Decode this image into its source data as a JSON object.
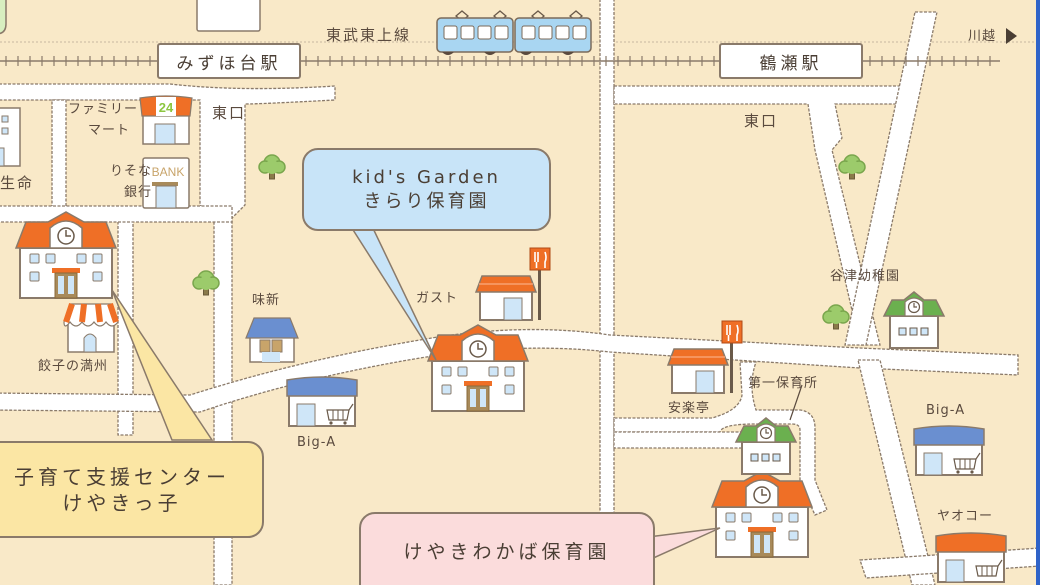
{
  "map": {
    "colors": {
      "background": "#f9e9c8",
      "road": "#ffffff",
      "outline": "#8a7a6a",
      "text": "#4a3e34",
      "orange_roof": "#ef6f26",
      "blue_roof": "#6a8fd0",
      "green_roof": "#6bb04f",
      "tree": "#9ccb6b",
      "window": "#cfe6f8",
      "train": "#a9d6f2",
      "frame_edge": "#2f63c8"
    },
    "railway": {
      "line_name": "東武東上線",
      "direction_label": "川越",
      "direction_icon": "triangle-right-icon"
    },
    "stations": [
      {
        "name": "みずほ台駅",
        "exit_label": "東口"
      },
      {
        "name": "鶴瀬駅",
        "exit_label": "東口"
      }
    ],
    "callouts": [
      {
        "id": "kirari",
        "lines": [
          "kid's Garden",
          "きらり保育園"
        ],
        "color": "blue"
      },
      {
        "id": "keyakikko",
        "lines": [
          "子育て支援センター",
          "けやきっ子"
        ],
        "color": "yellow"
      },
      {
        "id": "keyaki-wakaba",
        "lines": [
          "けやきわかば保育園"
        ],
        "color": "pink"
      }
    ],
    "landmarks": [
      {
        "name": "ファミリーマート",
        "lines": [
          "ファミリー",
          "マート"
        ],
        "type": "convenience-store",
        "sign": "24"
      },
      {
        "name": "りそな銀行",
        "lines": [
          "りそな",
          "銀行"
        ],
        "type": "bank",
        "sign": "BANK"
      },
      {
        "name": "生命",
        "type": "office"
      },
      {
        "name": "餃子の満州",
        "type": "restaurant"
      },
      {
        "name": "味新",
        "type": "restaurant"
      },
      {
        "name": "ガスト",
        "type": "restaurant"
      },
      {
        "name": "Big-A",
        "type": "supermarket"
      },
      {
        "name": "安楽亭",
        "type": "restaurant"
      },
      {
        "name": "第一保育所",
        "type": "nursery"
      },
      {
        "name": "谷津幼稚園",
        "type": "kindergarten"
      },
      {
        "name": "Big-A",
        "type": "supermarket"
      },
      {
        "name": "ヤオコー",
        "type": "supermarket"
      }
    ]
  }
}
